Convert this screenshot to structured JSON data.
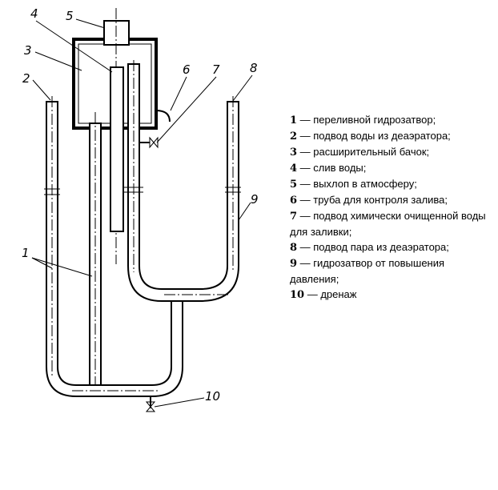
{
  "callouts": {
    "c1": "1",
    "c2": "2",
    "c3": "3",
    "c4": "4",
    "c5": "5",
    "c6": "6",
    "c7": "7",
    "c8": "8",
    "c9": "9",
    "c10": "10"
  },
  "legend": [
    {
      "num": "1",
      "text": " — переливной гидрозатвор;"
    },
    {
      "num": "2",
      "text": " — подвод воды из деаэратора;"
    },
    {
      "num": "3",
      "text": " — расширительный бачок;"
    },
    {
      "num": "4",
      "text": " — слив воды;"
    },
    {
      "num": "5",
      "text": " — выхлоп в атмосферу;"
    },
    {
      "num": "6",
      "text": " — труба для контроля залива;"
    },
    {
      "num": "7",
      "text": " — подвод химически очищенной воды для заливки;"
    },
    {
      "num": "8",
      "text": " — подвод пара из деаэратора;"
    },
    {
      "num": "9",
      "text": " — гидрозатвор от повышения давления;"
    },
    {
      "num": "10",
      "text": " — дренаж"
    }
  ]
}
